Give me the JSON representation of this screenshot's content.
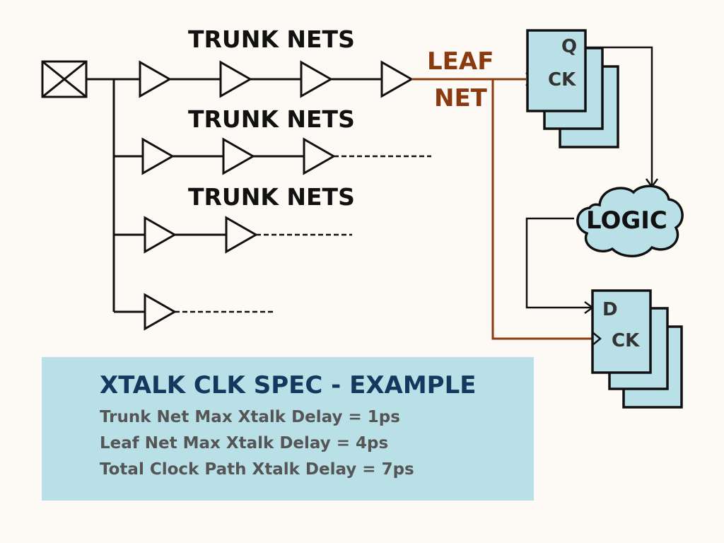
{
  "labels": {
    "trunk_nets_1": "TRUNK NETS",
    "trunk_nets_2": "TRUNK NETS",
    "trunk_nets_3": "TRUNK NETS",
    "leaf_line1": "LEAF",
    "leaf_line2": "NET",
    "logic": "LOGIC"
  },
  "flipflop_top": {
    "output_pin": "Q",
    "clock_pin": "CK"
  },
  "flipflop_bottom": {
    "data_pin": "D",
    "clock_pin": "CK"
  },
  "spec": {
    "title": "XTALK CLK SPEC - EXAMPLE",
    "lines": [
      "Trunk Net Max Xtalk Delay = 1ps",
      "Leaf Net Max Xtalk Delay = 4ps",
      "Total Clock Path Xtalk Delay = 7ps"
    ]
  },
  "colors": {
    "background": "#fdfaf5",
    "leaf_net": "#8b3a10",
    "flipflop_fill": "#b9e0e6",
    "spec_box": "#b9e0e6",
    "spec_title": "#14385e"
  }
}
